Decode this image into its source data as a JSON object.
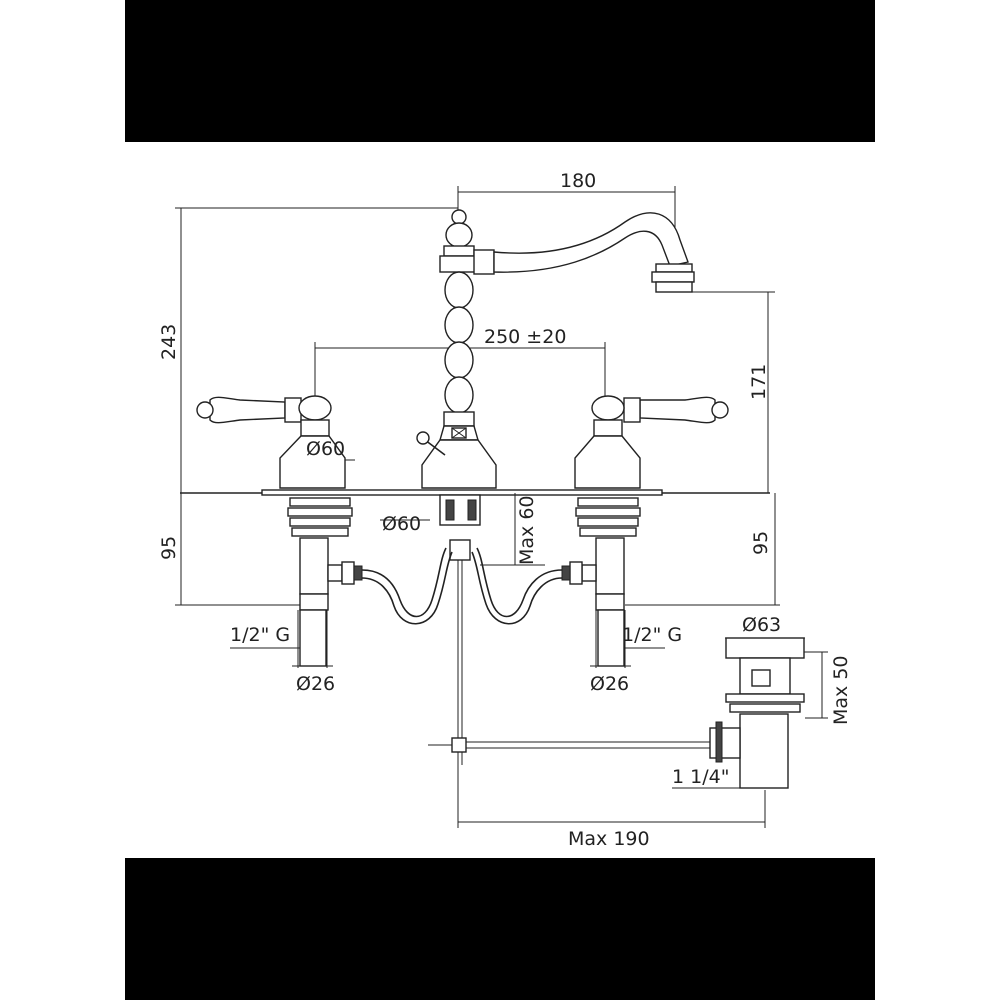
{
  "colors": {
    "background": "#ffffff",
    "bars": "#000000",
    "ink": "#222222"
  },
  "dimensions": {
    "spout_reach": "180",
    "total_height": "243",
    "centers": "250 ±20",
    "spout_height": "171",
    "handle_base_diameter": "Ø60",
    "spout_base_diameter": "Ø60",
    "max_deck": "Max 60",
    "tail_left": "95",
    "tail_right": "95",
    "thread_left": "1/2\" G",
    "thread_right": "1/2\" G",
    "pipe_left": "Ø26",
    "pipe_right": "Ø26",
    "waste_diameter": "Ø63",
    "waste_height": "Max 50",
    "waste_thread": "1 1/4\"",
    "rod_length": "Max 190"
  }
}
